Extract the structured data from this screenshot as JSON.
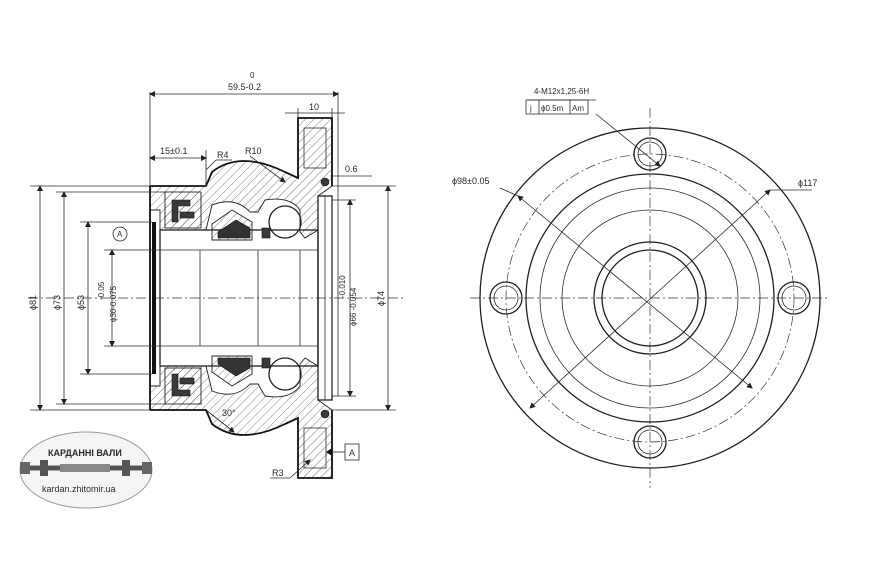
{
  "side_view": {
    "dims": {
      "top_zero": "0",
      "top_overall": "59.5-0.2",
      "flange_width": "10",
      "left_offset": "15±0.1",
      "r4": "R4",
      "r10": "R10",
      "gap": "0.6",
      "d81": "ϕ81",
      "d73": "ϕ73",
      "d53": "ϕ53",
      "bore_tol_top": "-0.05",
      "bore": "ϕ30-0.075",
      "hub_tol_top": "-0.010",
      "hub": "ϕ66 -0.054",
      "d74": "ϕ74",
      "chamfer": "30°",
      "r3": "R3"
    },
    "datum_circle": "A",
    "datum_box": "A"
  },
  "front_view": {
    "thread_callout": "4-M12x1,25-6H",
    "frame": {
      "symbol": "j",
      "tolerance": "ϕ0.5m",
      "datum": "Am"
    },
    "pcd": "ϕ98±0.05",
    "outer": "ϕ117"
  },
  "logo": {
    "top_text": "КАРДАННІ ВАЛИ",
    "bottom_text": "kardan.zhitomir.ua"
  }
}
